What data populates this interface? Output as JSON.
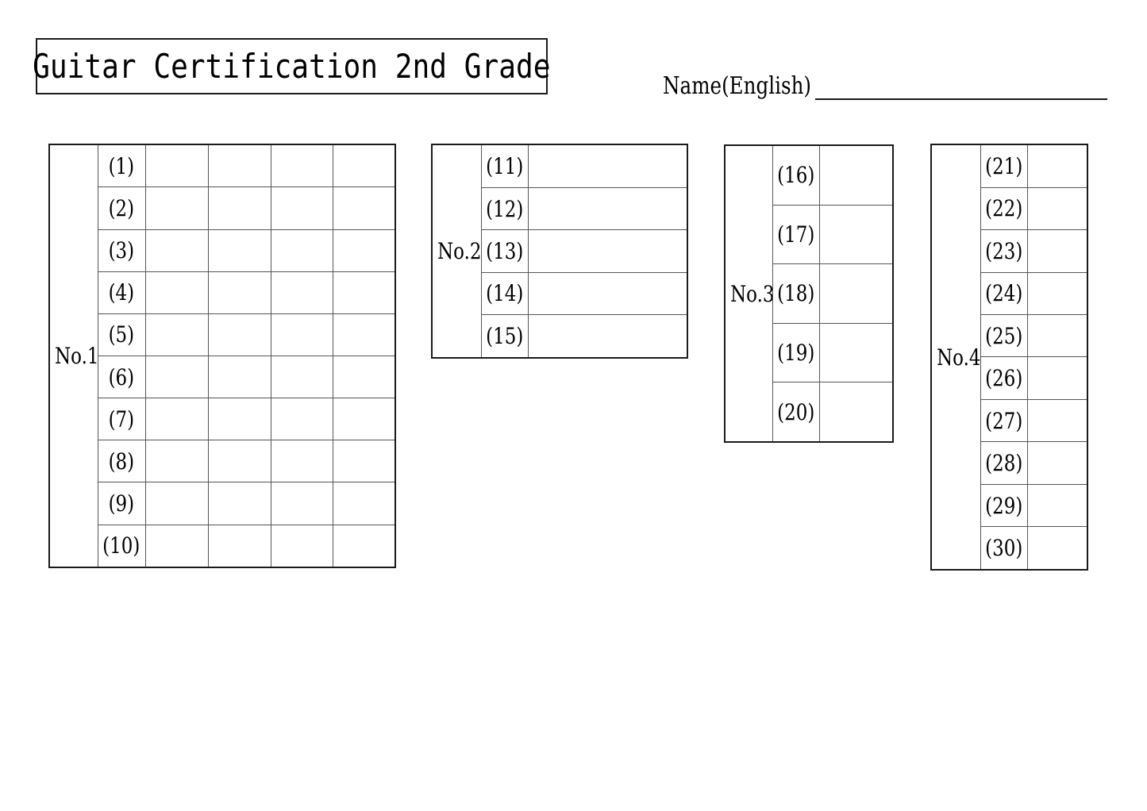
{
  "title": "Guitar Certification 2nd Grade",
  "name_label": "Name(English)",
  "sections": [
    {
      "label": "No.1",
      "answer_columns": 4,
      "questions": [
        "(1)",
        "(2)",
        "(3)",
        "(4)",
        "(5)",
        "(6)",
        "(7)",
        "(8)",
        "(9)",
        "(10)"
      ]
    },
    {
      "label": "No.2",
      "answer_columns": 1,
      "questions": [
        "(11)",
        "(12)",
        "(13)",
        "(14)",
        "(15)"
      ]
    },
    {
      "label": "No.3",
      "answer_columns": 1,
      "questions": [
        "(16)",
        "(17)",
        "(18)",
        "(19)",
        "(20)"
      ]
    },
    {
      "label": "No.4",
      "answer_columns": 1,
      "questions": [
        "(21)",
        "(22)",
        "(23)",
        "(24)",
        "(25)",
        "(26)",
        "(27)",
        "(28)",
        "(29)",
        "(30)"
      ]
    }
  ]
}
